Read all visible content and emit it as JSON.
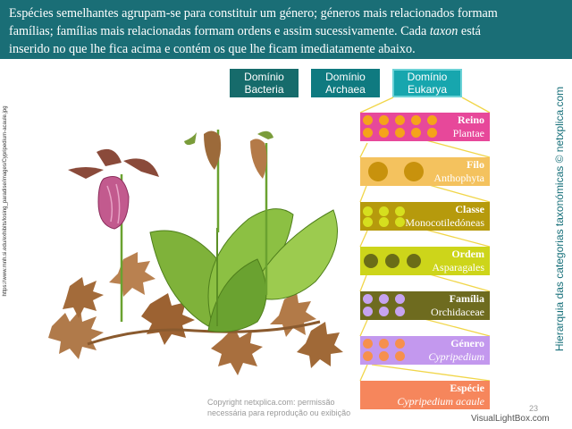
{
  "header": {
    "line1": "Espécies semelhantes agrupam-se para constituir um género; géneros mais relacionados formam",
    "line2": "famílias; famílias mais relacionadas formam ordens e assim sucessivamente. Cada ",
    "taxon_word": "taxon",
    "line2b": " está",
    "line3": "inserido no que lhe fica acima e contém os que lhe ficam imediatamente abaixo."
  },
  "domains": [
    {
      "line1": "Domínio",
      "line2": "Bacteria"
    },
    {
      "line1": "Domínio",
      "line2": "Archaea"
    },
    {
      "line1": "Domínio",
      "line2": "Eukarya"
    }
  ],
  "ranks": [
    {
      "rank": "Reino",
      "name": "Plantae",
      "color": "#e7489a",
      "dot": "#f5a31a"
    },
    {
      "rank": "Filo",
      "name": "Anthophyta",
      "color": "#f4c25e",
      "dot": "#c8920d"
    },
    {
      "rank": "Classe",
      "name": "Monocotiledóneas",
      "color": "#b69a0c",
      "dot": "#d6df1e"
    },
    {
      "rank": "Ordem",
      "name": "Asparagales",
      "color": "#cdd51a",
      "dot": "#6b6d17"
    },
    {
      "rank": "Família",
      "name": "Orchidaceae",
      "color": "#6e6b1f",
      "dot": "#c6a3f0"
    },
    {
      "rank": "Género",
      "name": "Cypripedium",
      "color": "#c398ee",
      "dot": "#f6904d"
    },
    {
      "rank": "Espécie",
      "name": "Cypripedium acaule",
      "color": "#f6865c",
      "dot": ""
    }
  ],
  "side_title": "Hierarquia das categorias taxonómicas © netxplica.com",
  "source_url": "https://www.mnh.si.edu/exhibits/losing_paradise/images/Cypripedium-acaule.jpg",
  "copyright_line1": "Copyright netxplica.com: permissão",
  "copyright_line2": "necessária para reprodução ou exibição",
  "page_number": "23",
  "watermark": "VisualLightBox.com"
}
